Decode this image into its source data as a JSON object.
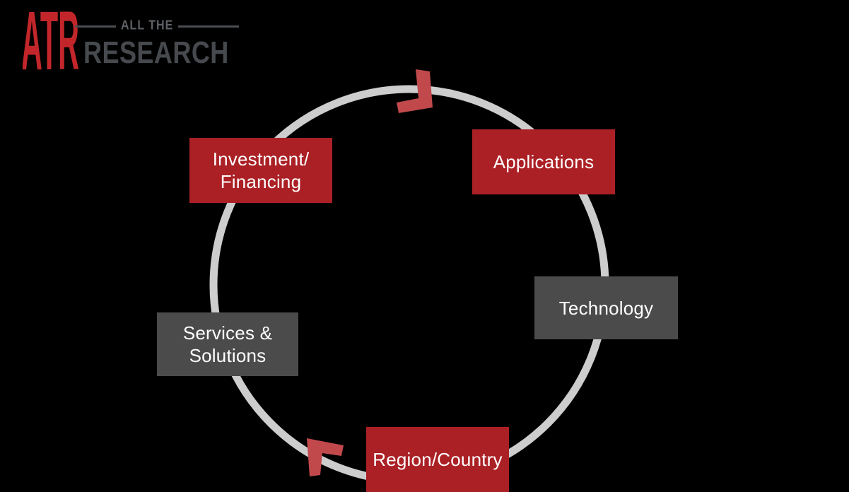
{
  "logo": {
    "monogram": "ATR",
    "tagline": "ALL THE",
    "title": "RESEARCH",
    "monogram_color": "#c2262a",
    "text_color": "#46494d"
  },
  "diagram": {
    "type": "cycle",
    "direction": "clockwise",
    "background_color": "#000000",
    "circle_color": "#cdcdcd",
    "arrow_color": "#c1494c",
    "node_colors": {
      "red": "#ab2025",
      "gray": "#4b4b4b",
      "text": "#ffffff"
    },
    "nodes": [
      {
        "id": "investment-financing",
        "line1": "Investment/",
        "line2": "Financing",
        "variant": "red"
      },
      {
        "id": "applications",
        "line1": "Applications",
        "variant": "red"
      },
      {
        "id": "technology",
        "line1": "Technology",
        "variant": "gray"
      },
      {
        "id": "region-country",
        "line1": "Region/Country",
        "variant": "red"
      },
      {
        "id": "services-solutions",
        "line1": "Services &",
        "line2": "Solutions",
        "variant": "gray"
      }
    ]
  }
}
